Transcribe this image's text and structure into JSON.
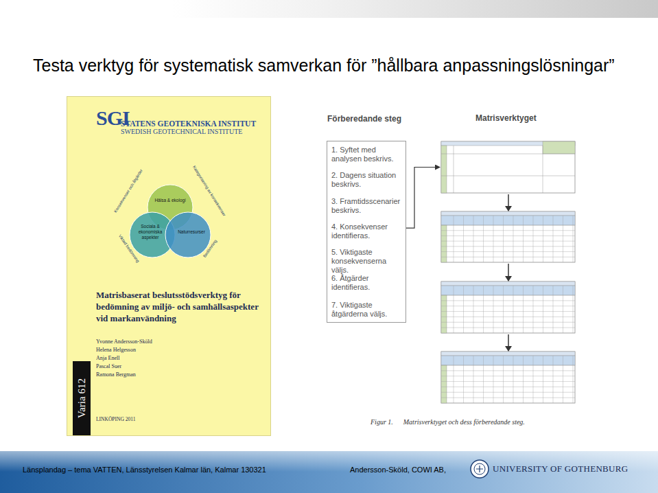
{
  "diagram": {
    "title": "Testa verktyg för systematisk samverkan för ”hållbara anpassningslösningar”",
    "caption": "Figur 1.      Matrisverktyget och dess förberedande steg.",
    "nodes": [
      {
        "text": [
          "STATENS GEOTEKNISKA INSTITUT",
          "SWEDISH GEOTECHNICAL INSTITUTE",
          "Matrisbaserat beslutsstödsverktyg för bedömning av miljö- och samhällsaspekter vid markanvändning",
          "Yvonne Andersson-Sköld",
          "Helena Helgesson",
          "Anja Enell",
          "Pascal Suer",
          "Ramona Bergman",
          "LINKÖPING 2011"
        ]
      },
      {
        "text": [
          "Varia 612"
        ],
        "in": 0
      },
      {
        "text": [
          "Hälsa & ekologi"
        ],
        "in": 0
      },
      {
        "text": [
          "Sociala & ekonomiska aspekter"
        ],
        "in": 0
      },
      {
        "text": [
          "Naturresurser"
        ],
        "in": 0
      },
      {
        "text": [
          "Förberedande steg",
          "1. Syftet med analysen beskrivs.",
          "2. Dagens situation beskrivs.",
          "3. Framtidsscenarier beskrivs.",
          "4. Konsekvenser identifieras.",
          "5. Viktigaste konsekvenserna väljs.",
          "6. Åtgärder identifieras.",
          "7. Viktigaste åtgärderna väljs."
        ]
      },
      {
        "text": [
          "Matrisverktyget"
        ]
      }
    ],
    "edges": [
      {
        "from": 5,
        "to": 6,
        "arrow": "to"
      }
    ],
    "labels": [
      "SGI",
      "Konsekvenser och åtgärder",
      "Kategorisering av konsekvenser",
      "Bedömning",
      "Viktad bedömning",
      "Länsplandag – tema VATTEN, Länsstyrelsen Kalmar län, Kalmar 130321",
      "Andersson-Sköld, COWI AB,",
      "UNIVERSITY OF GOTHENBURG"
    ]
  }
}
